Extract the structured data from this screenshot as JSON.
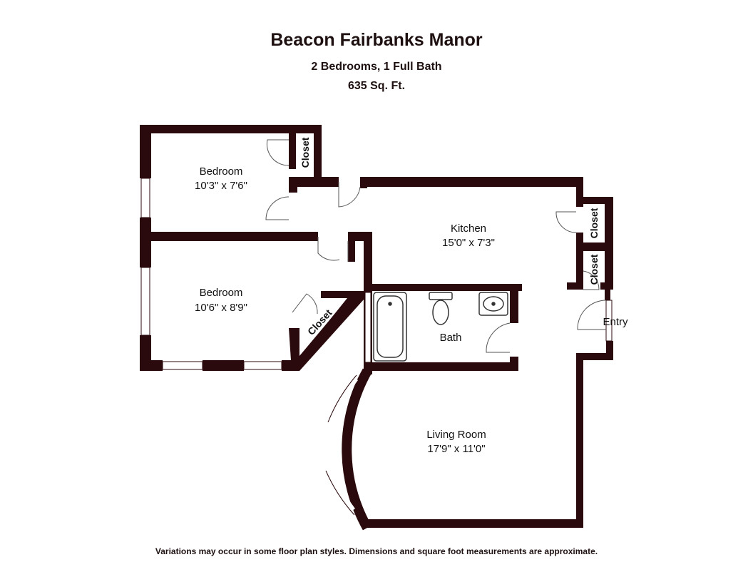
{
  "header": {
    "title": "Beacon Fairbanks Manor",
    "subtitle": "2 Bedrooms, 1 Full Bath",
    "area": "635 Sq. Ft."
  },
  "rooms": {
    "bedroom_1": {
      "name": "Bedroom",
      "dimensions": "10'3\" x 7'6\""
    },
    "bedroom_2": {
      "name": "Bedroom",
      "dimensions": "10'6\" x 8'9\""
    },
    "kitchen": {
      "name": "Kitchen",
      "dimensions": "15'0\" x 7'3\""
    },
    "bath": {
      "name": "Bath"
    },
    "entry": {
      "name": "Entry"
    },
    "living": {
      "name": "Living Room",
      "dimensions": "17'9\" x 11'0\""
    }
  },
  "closets": {
    "bedroom_1_closet": "Closet",
    "kitchen_closet_upper": "Closet",
    "kitchen_closet_lower": "Closet",
    "bedroom_2_closet": "Closet"
  },
  "footer": {
    "disclaimer": "Variations may occur in some floor plan styles. Dimensions and square foot measurements are approximate."
  },
  "colors": {
    "wall": "#2a0a0c",
    "text": "#1e1010",
    "door_swing": "#555555",
    "background": "#ffffff"
  }
}
